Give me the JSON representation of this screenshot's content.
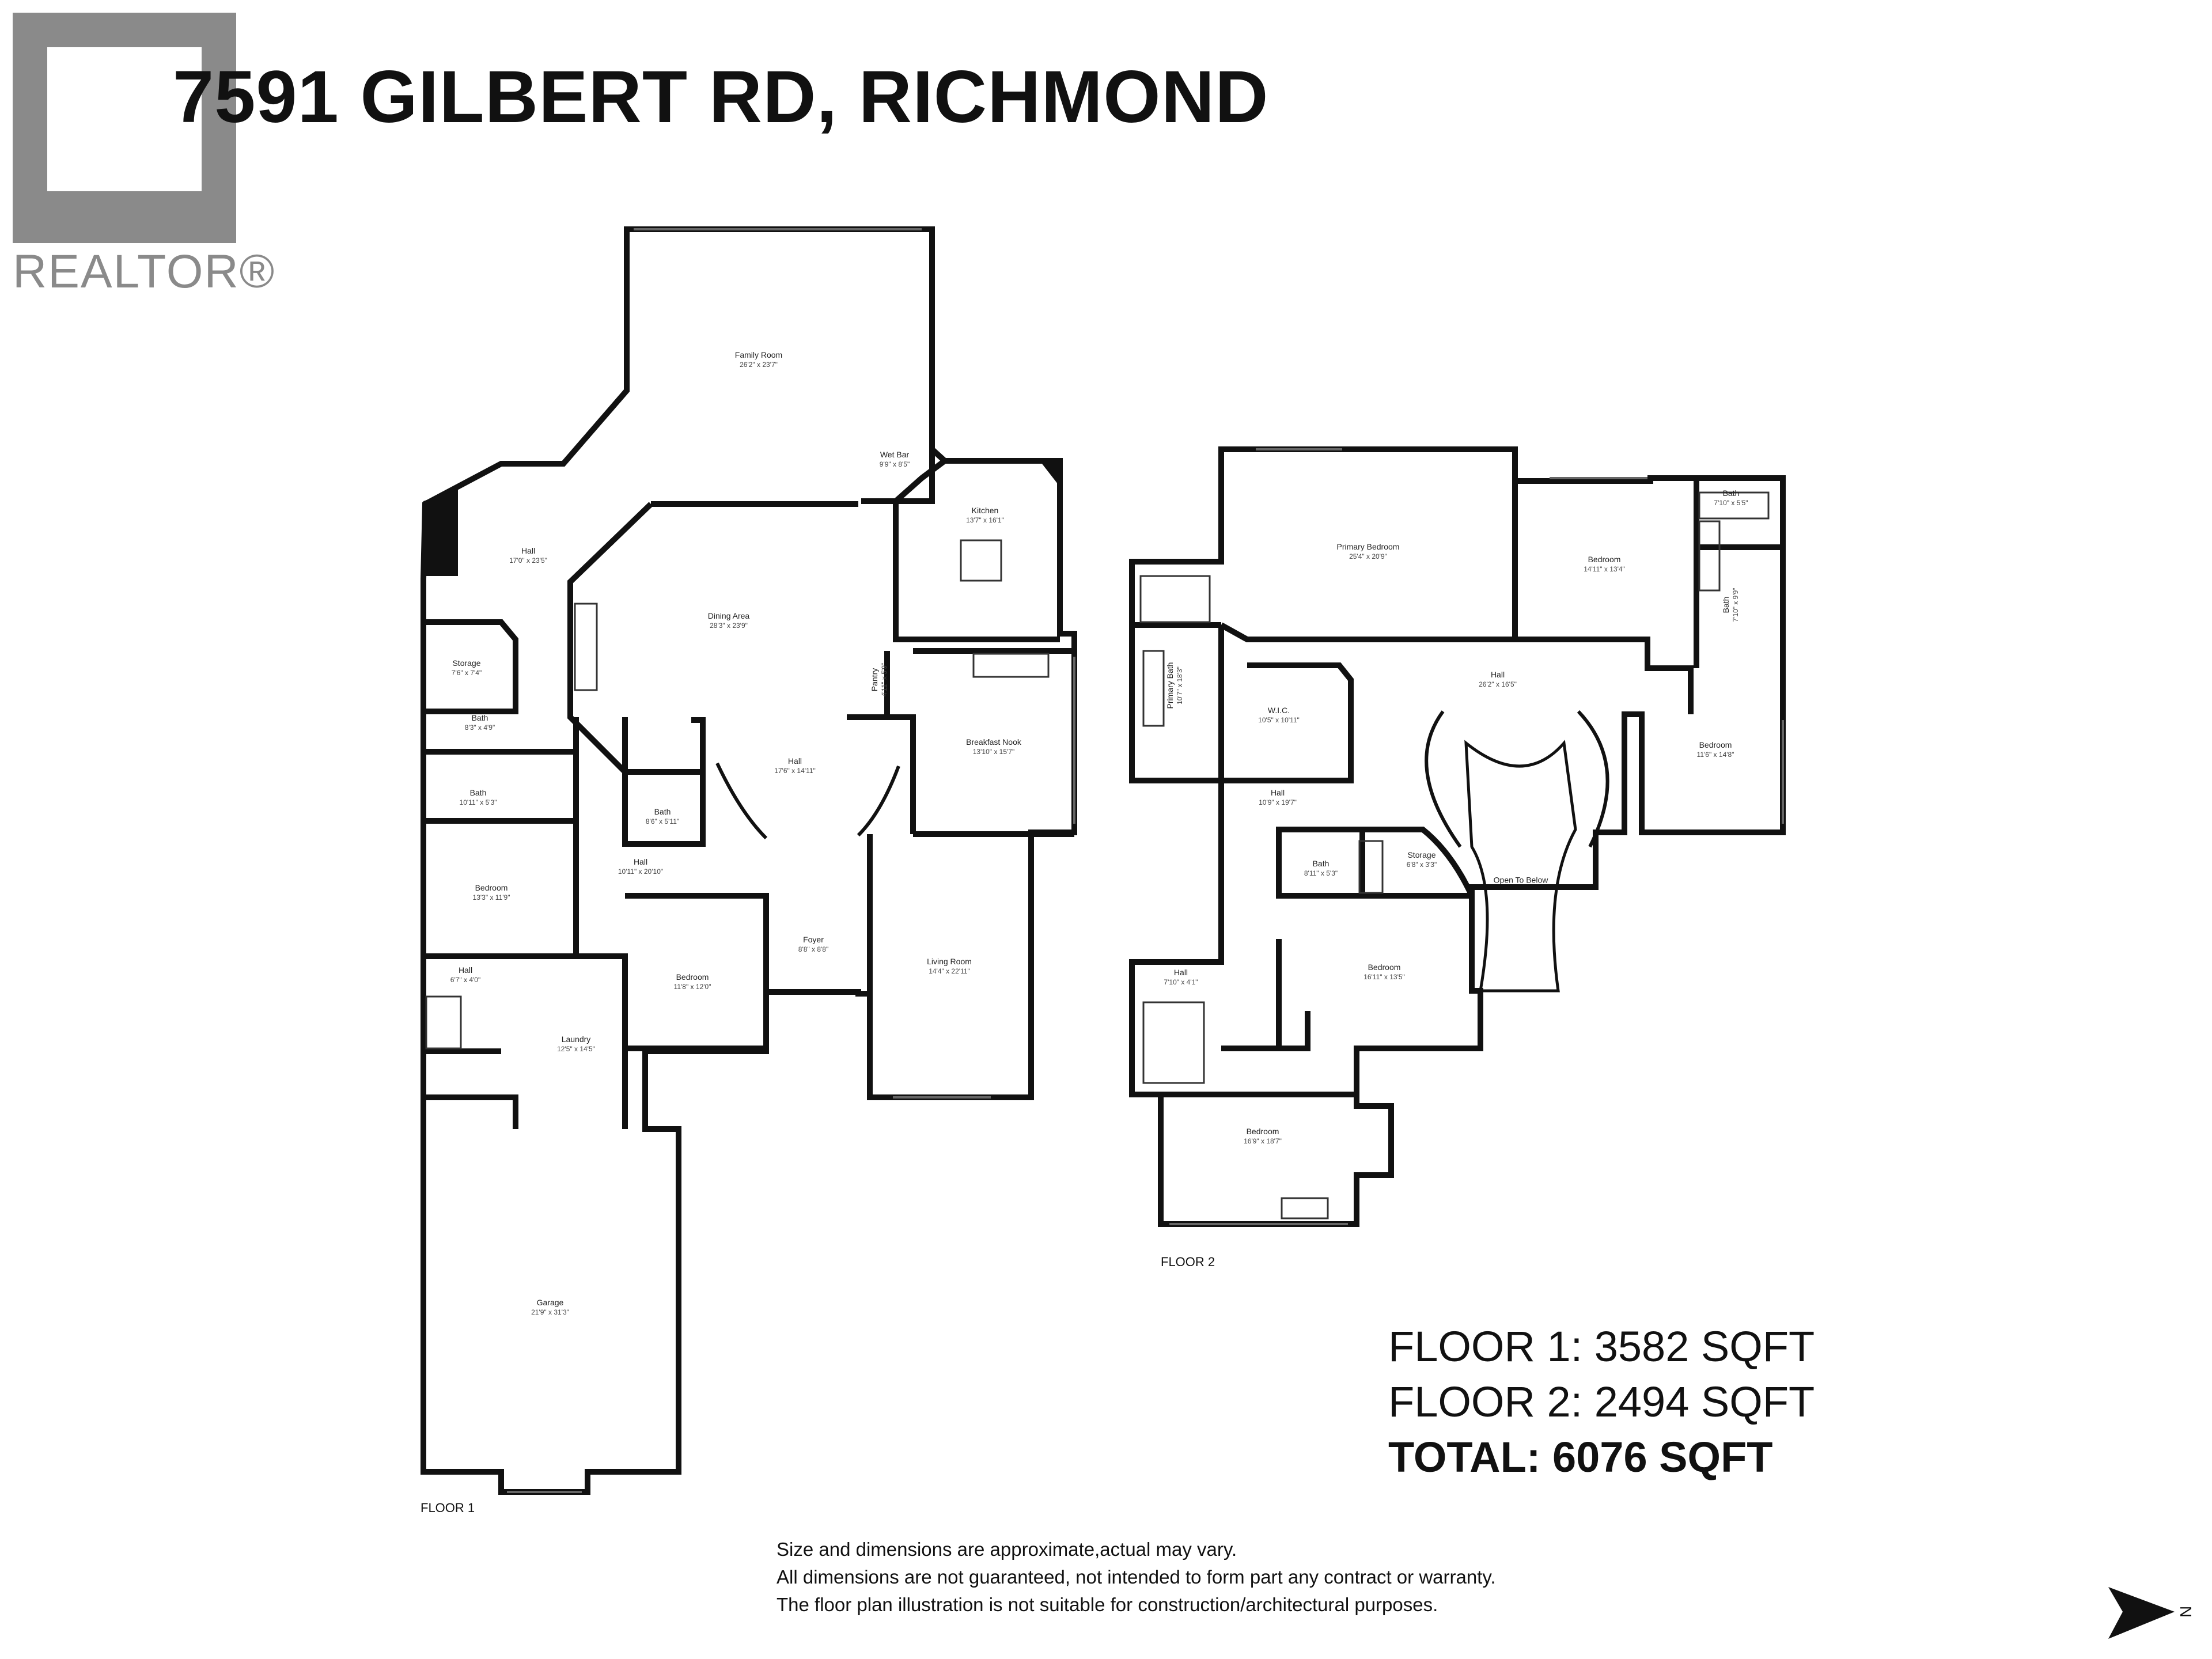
{
  "brand": {
    "name": "REALTOR®",
    "logo_color": "#8a8a8a"
  },
  "title": "7591 GILBERT RD, RICHMOND",
  "summary": {
    "floor1": "FLOOR 1: 3582 SQFT",
    "floor2": "FLOOR 2: 2494 SQFT",
    "total": "TOTAL: 6076 SQFT"
  },
  "disclaimer": [
    "Size and dimensions are approximate,actual may vary.",
    "All dimensions are not guaranteed, not intended to form part any contract or warranty.",
    "The floor plan illustration is not suitable for construction/architectural purposes."
  ],
  "floor1": {
    "label": "FLOOR 1",
    "rooms": [
      {
        "name": "Family Room",
        "dim": "26'2\" x 23'7\""
      },
      {
        "name": "Wet Bar",
        "dim": "9'9\" x 8'5\""
      },
      {
        "name": "Kitchen",
        "dim": "13'7\" x 16'1\""
      },
      {
        "name": "Hall",
        "dim": "17'0\" x 23'5\""
      },
      {
        "name": "Dining Area",
        "dim": "28'3\" x 23'9\""
      },
      {
        "name": "Storage",
        "dim": "7'6\" x 7'4\""
      },
      {
        "name": "Pantry",
        "dim": "4'11\" x 5'9\""
      },
      {
        "name": "Bath",
        "dim": "8'3\" x 4'9\""
      },
      {
        "name": "Hall",
        "dim": "17'6\" x 14'11\""
      },
      {
        "name": "Breakfast Nook",
        "dim": "13'10\" x 15'7\""
      },
      {
        "name": "Bath",
        "dim": "10'11\" x 5'3\""
      },
      {
        "name": "Bath",
        "dim": "8'6\" x 5'11\""
      },
      {
        "name": "Hall",
        "dim": "10'11\" x 20'10\""
      },
      {
        "name": "Bedroom",
        "dim": "13'3\" x 11'9\""
      },
      {
        "name": "Foyer",
        "dim": "8'8\" x 8'8\""
      },
      {
        "name": "Living Room",
        "dim": "14'4\" x 22'11\""
      },
      {
        "name": "Bedroom",
        "dim": "11'8\" x 12'0\""
      },
      {
        "name": "Hall",
        "dim": "6'7\" x 4'0\""
      },
      {
        "name": "Laundry",
        "dim": "12'5\" x 14'5\""
      },
      {
        "name": "Garage",
        "dim": "21'9\" x 31'3\""
      }
    ]
  },
  "floor2": {
    "label": "FLOOR 2",
    "rooms": [
      {
        "name": "Primary Bedroom",
        "dim": "25'4\" x 20'9\""
      },
      {
        "name": "Bedroom",
        "dim": "14'11\" x 13'4\""
      },
      {
        "name": "Bath",
        "dim": "7'10\" x 5'5\""
      },
      {
        "name": "Bath",
        "dim": "7'10\" x 9'9\""
      },
      {
        "name": "Hall",
        "dim": "26'2\" x 16'5\""
      },
      {
        "name": "Primary Bath",
        "dim": "10'7\" x 18'3\""
      },
      {
        "name": "W.I.C.",
        "dim": "10'5\" x 10'11\""
      },
      {
        "name": "Bedroom",
        "dim": "11'6\" x 14'8\""
      },
      {
        "name": "Hall",
        "dim": "10'9\" x 19'7\""
      },
      {
        "name": "Bath",
        "dim": "8'11\" x 5'3\""
      },
      {
        "name": "Storage",
        "dim": "6'8\" x 3'3\""
      },
      {
        "name": "Open To Below",
        "dim": ""
      },
      {
        "name": "Bedroom",
        "dim": "16'11\" x 13'5\""
      },
      {
        "name": "Hall",
        "dim": "7'10\" x 4'1\""
      },
      {
        "name": "Bedroom",
        "dim": "16'9\" x 18'7\""
      }
    ]
  },
  "compass": {
    "label": "N"
  }
}
